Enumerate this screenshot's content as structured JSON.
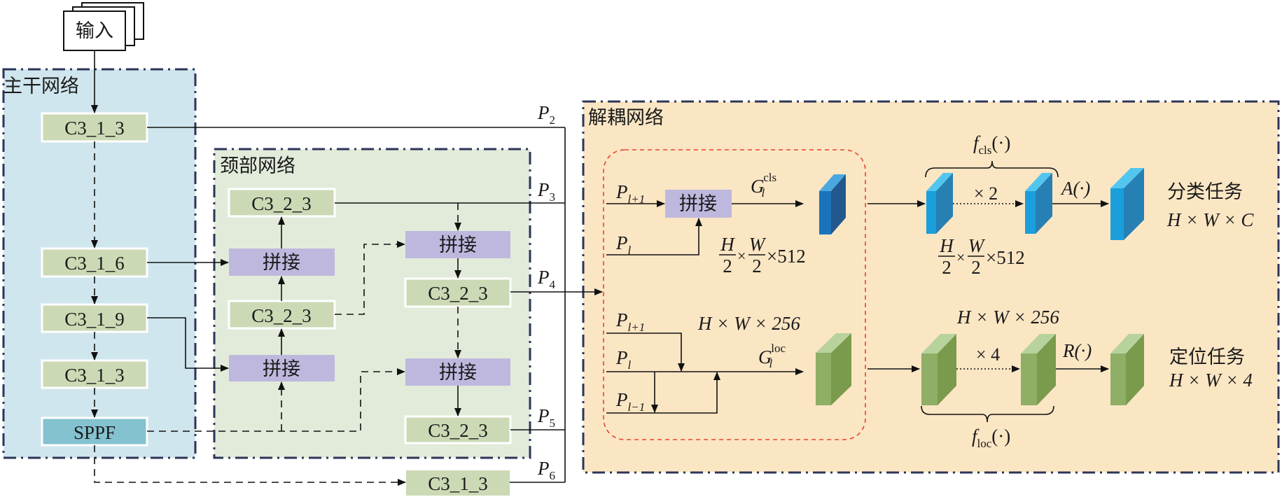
{
  "input": {
    "label": "输入"
  },
  "backbone": {
    "title": "主干网络",
    "blocks": [
      "C3_1_3",
      "C3_1_6",
      "C3_1_9",
      "C3_1_3",
      "SPPF"
    ]
  },
  "neck": {
    "title": "颈部网络",
    "left_column": [
      "C3_2_3",
      "拼接",
      "C3_2_3",
      "拼接"
    ],
    "right_column": [
      "拼接",
      "C3_2_3",
      "拼接",
      "C3_2_3"
    ]
  },
  "extra_block": "C3_1_3",
  "outputs": [
    {
      "main": "P",
      "sub": "2"
    },
    {
      "main": "P",
      "sub": "3"
    },
    {
      "main": "P",
      "sub": "4"
    },
    {
      "main": "P",
      "sub": "5"
    },
    {
      "main": "P",
      "sub": "6"
    }
  ],
  "decouple": {
    "title": "解耦网络",
    "cls_branch": {
      "inputs": [
        {
          "main": "P",
          "sub": "l+1"
        },
        {
          "main": "P",
          "sub": "l"
        }
      ],
      "concat": "拼接",
      "feature": {
        "main": "G",
        "sub": "l",
        "sup": "cls"
      },
      "shape": {
        "n1": "H",
        "d1": "2",
        "n2": "W",
        "d2": "2",
        "times": "×",
        "tail": "×512"
      },
      "head_func": {
        "main": "f",
        "sub": "cls",
        "args": "(·)"
      },
      "repeat": "× 2",
      "head_shape": {
        "n1": "H",
        "d1": "2",
        "n2": "W",
        "d2": "2",
        "times": "×",
        "tail": "×512"
      },
      "activation": "A(·)",
      "task": "分类任务",
      "task_shape": "H × W × C",
      "colors": {
        "front": "#1a9fdc",
        "side": "#2680b4",
        "top": "#53c6f0",
        "first_front": "#1b73bb",
        "first_side": "#22588e"
      }
    },
    "loc_branch": {
      "inputs": [
        {
          "main": "P",
          "sub": "l+1"
        },
        {
          "main": "P",
          "sub": "l"
        },
        {
          "main": "P",
          "sub": "l−1"
        }
      ],
      "feature": {
        "main": "G",
        "sub": "l",
        "sup": "loc"
      },
      "shape": "H × W × 256",
      "head_shape": "H × W × 256",
      "repeat": "× 4",
      "activation": "R(·)",
      "head_func": {
        "main": "f",
        "sub": "loc",
        "args": "(·)"
      },
      "task": "定位任务",
      "task_shape": "H × W × 4",
      "colors": {
        "front": "#8fae66",
        "side": "#7a9a4c",
        "top": "#b8d29c"
      }
    }
  },
  "colors": {
    "backbone_bg": "#d0e6ee",
    "neck_bg": "#e2ebda",
    "decouple_bg": "#fbe6c4",
    "c3_block": "#ccd9b5",
    "concat_block": "#bfb8de",
    "sppf_block": "#84c2cf",
    "panel_border": "#2c3558",
    "fusion_border": "#e8442e"
  }
}
